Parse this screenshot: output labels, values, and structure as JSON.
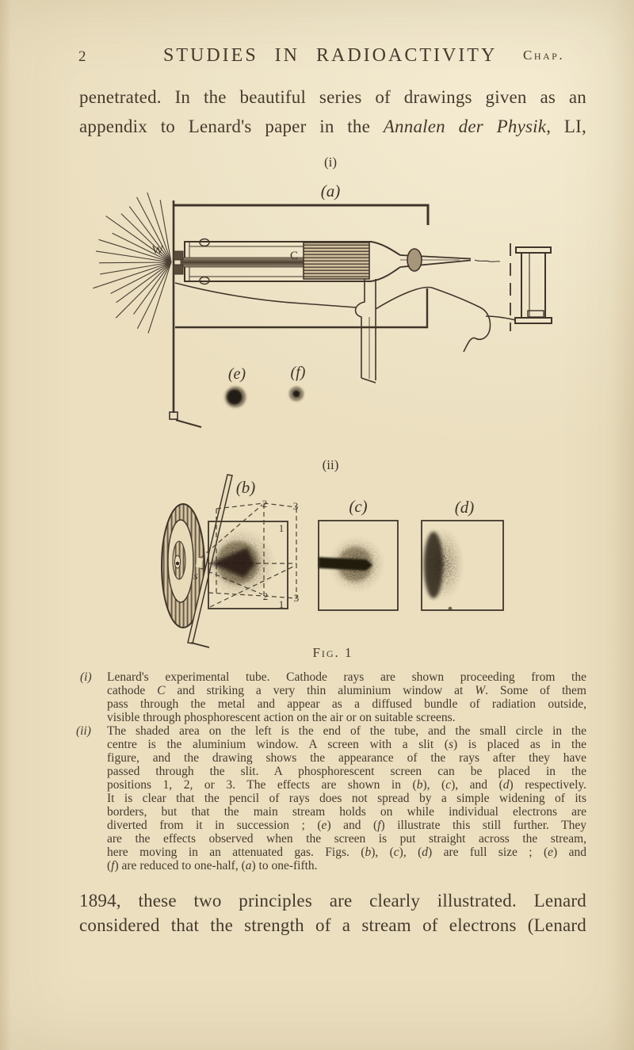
{
  "page": {
    "number": "2",
    "header": {
      "title": "STUDIES IN RADIOACTIVITY",
      "right": "Chap."
    },
    "top_paragraph": {
      "lines": [
        "penetrated.  In the beautiful series of drawings given as an",
        "appendix to Lenard's paper in the *Annalen der Physik*, LI,"
      ]
    },
    "bottom_paragraph": {
      "lines": [
        "1894, these two principles are clearly illustrated.  Lenard",
        "considered that the strength of a stream of electrons (Lenard"
      ]
    }
  },
  "figure": {
    "title": "Fig. 1",
    "section_i_label": "(i)",
    "section_ii_label": "(ii)",
    "labels": {
      "a": "(a)",
      "b": "(b)",
      "c": "(c)",
      "d": "(d)",
      "e": "(e)",
      "f": "(f)",
      "window": "W",
      "cathode": "C",
      "slit": "s",
      "pos1": "1",
      "pos2": "2",
      "pos3": "3"
    },
    "caption": {
      "items": [
        {
          "marker": "(i)",
          "lines": [
            "Lenard's experimental tube.  Cathode rays are shown proceeding from the",
            "cathode *C* and striking a very thin aluminium window at *W*.  Some of them",
            "pass through the metal and appear as a diffused bundle of radiation outside,",
            "visible through phosphorescent action on the air or on suitable screens."
          ]
        },
        {
          "marker": "(ii)",
          "lines": [
            "The shaded area on the left is the end of the tube, and the small circle in the",
            "centre is the aluminium window.  A screen with a slit (*s*) is placed as in the",
            "figure, and the drawing shows the appearance of the rays after they have",
            "passed through the slit.  A phosphorescent screen can be placed in the",
            "positions 1, 2, or 3.  The effects are shown in (*b*), (*c*), and (*d*) respectively.",
            "It is clear that the pencil of rays does not spread  by a simple widening of its",
            "borders, but that the main stream holds on while individual electrons are",
            "diverted from it in succession ; (*e*) and (*f*) illustrate this still further.  They",
            "are the effects observed when the screen is put straight across the stream,",
            "here moving in an attenuated gas.  Figs. (*b*), (*c*), (*d*) are full size ; (*e*) and",
            "(*f*) are reduced to one-half, (*a*) to  one-fifth."
          ]
        }
      ]
    }
  },
  "colors": {
    "paper": "#e8dbba",
    "ink": "#453a2c",
    "figure_ink": "#3f352a"
  }
}
